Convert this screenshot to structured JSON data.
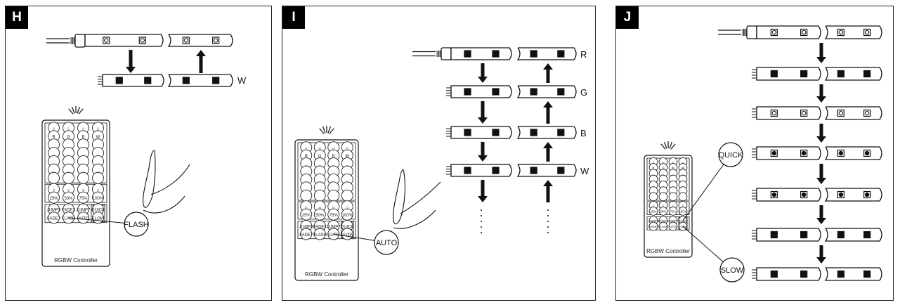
{
  "panels": {
    "h": {
      "tag": "H",
      "color_labels": [
        "W"
      ],
      "callout": "FLASH",
      "remote": {
        "top_row": [
          "R",
          "G",
          "B",
          "W"
        ],
        "pct_row": [
          "25%",
          "50%",
          "75%",
          "100%"
        ],
        "mode_row1": [
          "JUMP3",
          "FADE3",
          "JUMP7",
          "QUICK"
        ],
        "mode_row2": [
          "FADE7",
          "FLASH",
          "AUTO",
          "SLOW"
        ],
        "label": "RGBW  Controller"
      }
    },
    "i": {
      "tag": "I",
      "color_labels": [
        "R",
        "G",
        "B",
        "W"
      ],
      "callout": "AUTO",
      "remote": {
        "top_row": [
          "R",
          "G",
          "B",
          "W"
        ],
        "pct_row": [
          "25%",
          "50%",
          "75%",
          "100%"
        ],
        "mode_row1": [
          "JUMP3",
          "FADE3",
          "JUMP7",
          "QUICK"
        ],
        "mode_row2": [
          "FADE7",
          "FLASH",
          "AUTO",
          "SLOW"
        ],
        "label": "RGBW  Controller"
      }
    },
    "j": {
      "tag": "J",
      "callouts": [
        "QUICK",
        "SLOW"
      ],
      "remote": {
        "top_row": [
          "R",
          "G",
          "B",
          "W"
        ],
        "pct_row": [
          "25%",
          "50%",
          "75%",
          "100%"
        ],
        "mode_row1": [
          "JUMP3",
          "FADE3",
          "JUMP7",
          "QUICK"
        ],
        "mode_row2": [
          "FADE7",
          "FLASH",
          "AUTO",
          "SLOW"
        ],
        "label": "RGBW  Controller"
      }
    }
  }
}
